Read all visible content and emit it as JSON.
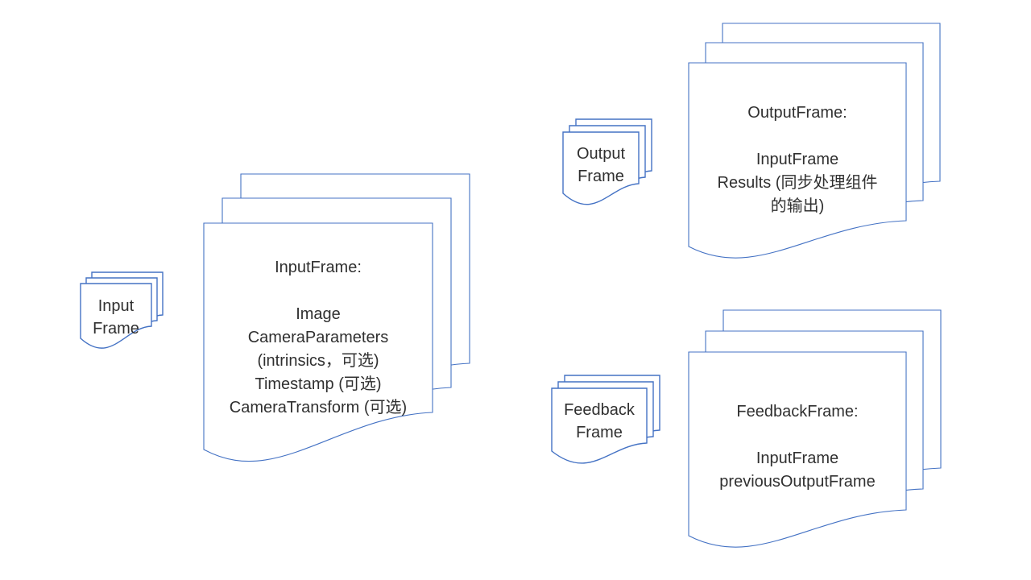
{
  "colors": {
    "shape_stroke": "#4472C4",
    "shape_fill": "#ffffff",
    "text": "#303030",
    "background": "#ffffff"
  },
  "stacks": {
    "input_small": {
      "lines": [
        "Input",
        "Frame"
      ]
    },
    "input_large": {
      "lines": [
        "InputFrame:",
        "",
        "Image",
        "CameraParameters",
        "(intrinsics，可选)",
        "Timestamp (可选)",
        "CameraTransform (可选)"
      ]
    },
    "output_small": {
      "lines": [
        "Output",
        "Frame"
      ]
    },
    "output_large": {
      "lines": [
        "OutputFrame:",
        "",
        "InputFrame",
        "Results (同步处理组件",
        "的输出)"
      ]
    },
    "feedback_small": {
      "lines": [
        "Feedback",
        "Frame"
      ]
    },
    "feedback_large": {
      "lines": [
        "FeedbackFrame:",
        "",
        "InputFrame",
        "previousOutputFrame"
      ]
    }
  }
}
